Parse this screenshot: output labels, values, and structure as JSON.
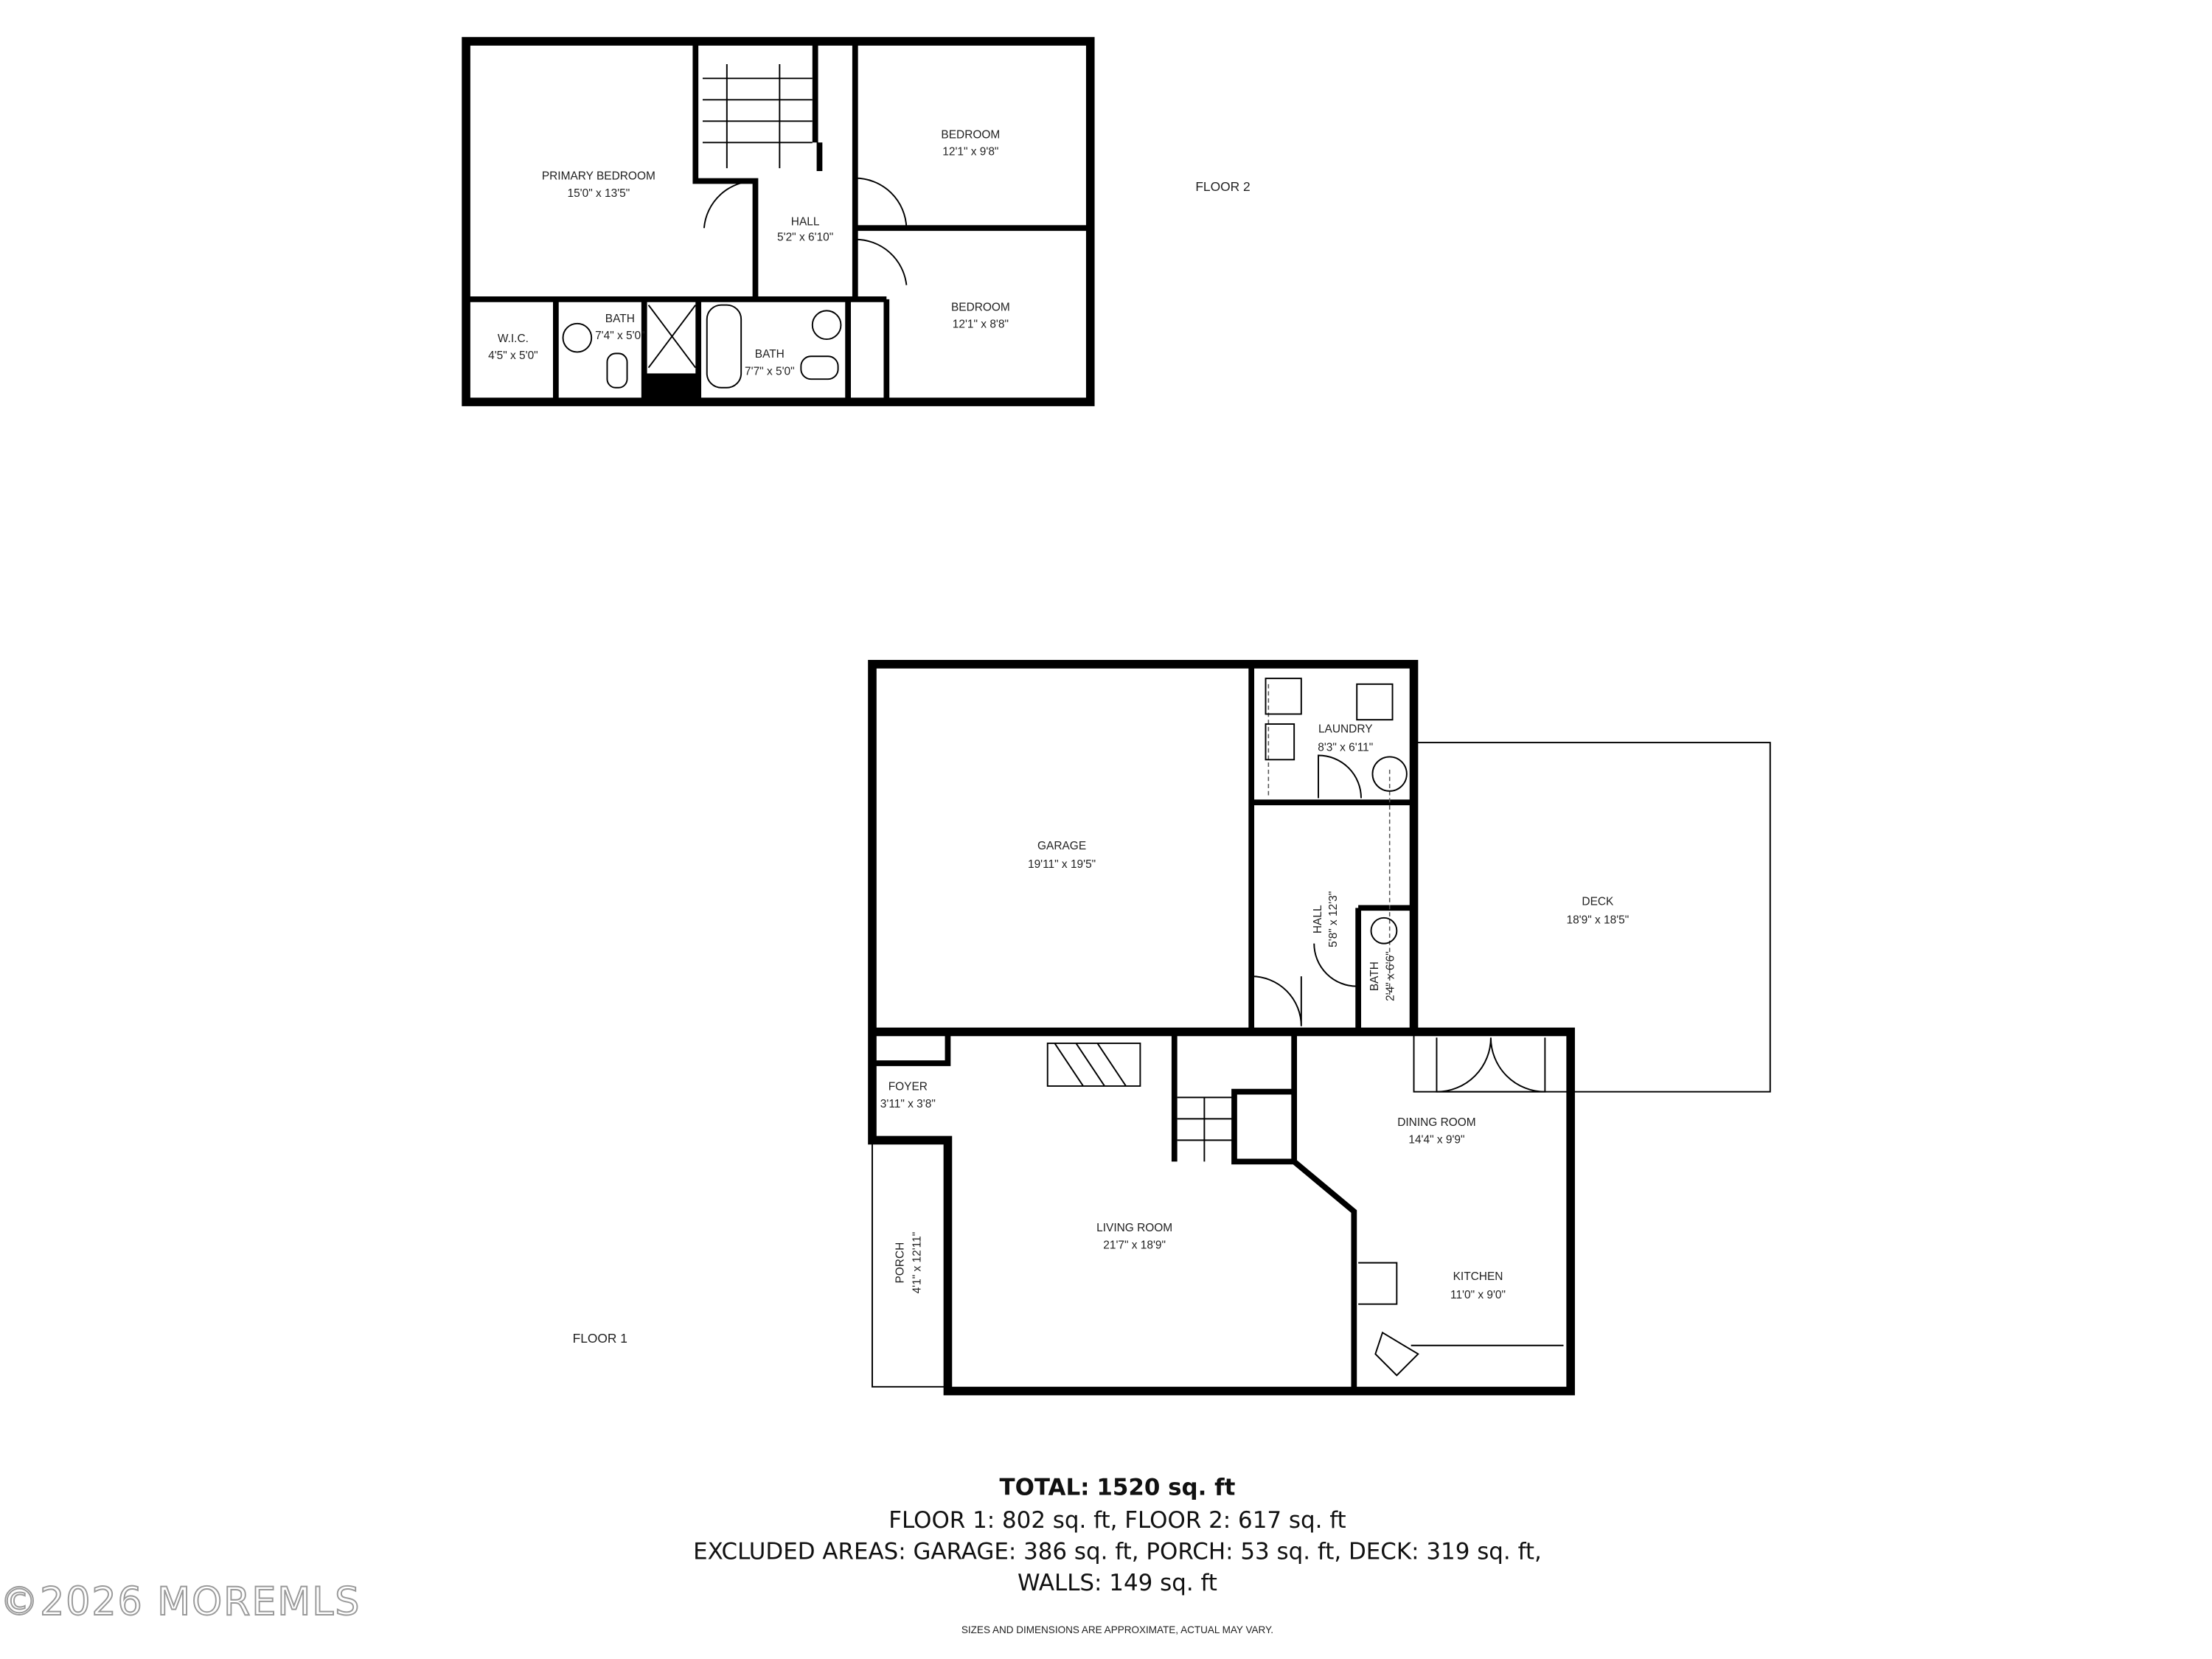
{
  "floor2": {
    "label": "FLOOR 2",
    "rooms": [
      {
        "name": "PRIMARY BEDROOM",
        "dims": "15'0\" x 13'5\""
      },
      {
        "name": "BEDROOM",
        "dims": "12'1\" x 9'8\""
      },
      {
        "name": "HALL",
        "dims": "5'2\" x 6'10\""
      },
      {
        "name": "BEDROOM",
        "dims": "12'1\" x 8'8\""
      },
      {
        "name": "W.I.C.",
        "dims": "4'5\" x 5'0\""
      },
      {
        "name": "BATH",
        "dims": "7'4\" x 5'0\""
      },
      {
        "name": "BATH",
        "dims": "7'7\" x 5'0\""
      }
    ]
  },
  "floor1": {
    "label": "FLOOR 1",
    "rooms": [
      {
        "name": "LAUNDRY",
        "dims": "8'3\" x 6'11\""
      },
      {
        "name": "GARAGE",
        "dims": "19'11\" x 19'5\""
      },
      {
        "name": "DECK",
        "dims": "18'9\" x 18'5\""
      },
      {
        "name": "HALL",
        "dims": "5'8\" x 12'3\""
      },
      {
        "name": "BATH",
        "dims": "2'4\" x 6'6\""
      },
      {
        "name": "FOYER",
        "dims": "3'11\" x 3'8\""
      },
      {
        "name": "DINING ROOM",
        "dims": "14'4\" x 9'9\""
      },
      {
        "name": "LIVING ROOM",
        "dims": "21'7\" x 18'9\""
      },
      {
        "name": "KITCHEN",
        "dims": "11'0\" x 9'0\""
      },
      {
        "name": "PORCH",
        "dims": "4'1\" x 12'11\""
      }
    ]
  },
  "summary": {
    "total_label": "TOTAL:",
    "total_value": "1520 sq. ft",
    "floors_line": "FLOOR 1: 802 sq. ft, FLOOR 2: 617 sq. ft",
    "excluded_line": "EXCLUDED AREAS: GARAGE: 386 sq. ft, PORCH: 53 sq. ft, DECK: 319 sq. ft,",
    "walls_line": "WALLS: 149 sq. ft"
  },
  "disclaimer": "SIZES AND DIMENSIONS ARE APPROXIMATE, ACTUAL MAY VARY.",
  "watermark": "©2026 MOREMLS"
}
